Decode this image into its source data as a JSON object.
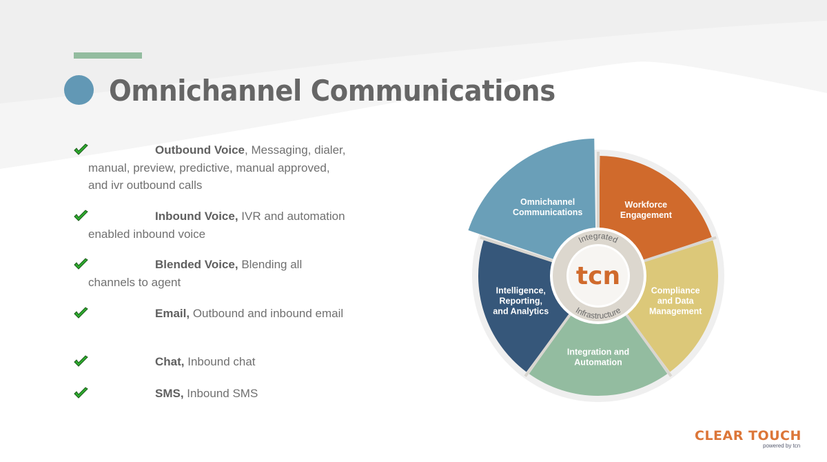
{
  "slide": {
    "title": "Omnichannel Communications",
    "colors": {
      "accent_bar": "#93bc9f",
      "title_dot": "#6298b5",
      "title_text": "#666666",
      "body_text": "#707070",
      "check": "#2eaa2e"
    }
  },
  "bullets": [
    {
      "bold": "Outbound Voice",
      "text": ", Messaging, dialer, manual, preview, predictive, manual approved, and ivr outbound calls"
    },
    {
      "bold": "Inbound Voice,",
      "text": " IVR and automation enabled inbound voice"
    },
    {
      "bold": "Blended Voice,",
      "text": " Blending all channels to agent"
    },
    {
      "bold": "Email,",
      "text": " Outbound and inbound email"
    },
    {
      "bold": "Chat,",
      "text": " Inbound chat"
    },
    {
      "bold": "SMS,",
      "text": " Inbound SMS"
    }
  ],
  "wheel": {
    "hub_label": "tcn",
    "ring_top": "Integrated",
    "ring_bottom": "Infrastructure",
    "segments": [
      {
        "lines": [
          "Workforce",
          "Engagement"
        ],
        "color": "#d06a2c"
      },
      {
        "lines": [
          "Compliance",
          "and Data",
          "Management"
        ],
        "color": "#dcc879"
      },
      {
        "lines": [
          "Integration and",
          "Automation"
        ],
        "color": "#93bca0"
      },
      {
        "lines": [
          "Intelligence,",
          "Reporting,",
          "and Analytics"
        ],
        "color": "#36577a"
      },
      {
        "lines": [
          "Omnichannel",
          "Communications"
        ],
        "color": "#6a9fb8",
        "highlighted": true
      }
    ]
  },
  "logo": {
    "main": "CLEAR TOUCH",
    "sub": "powered by tcn"
  }
}
